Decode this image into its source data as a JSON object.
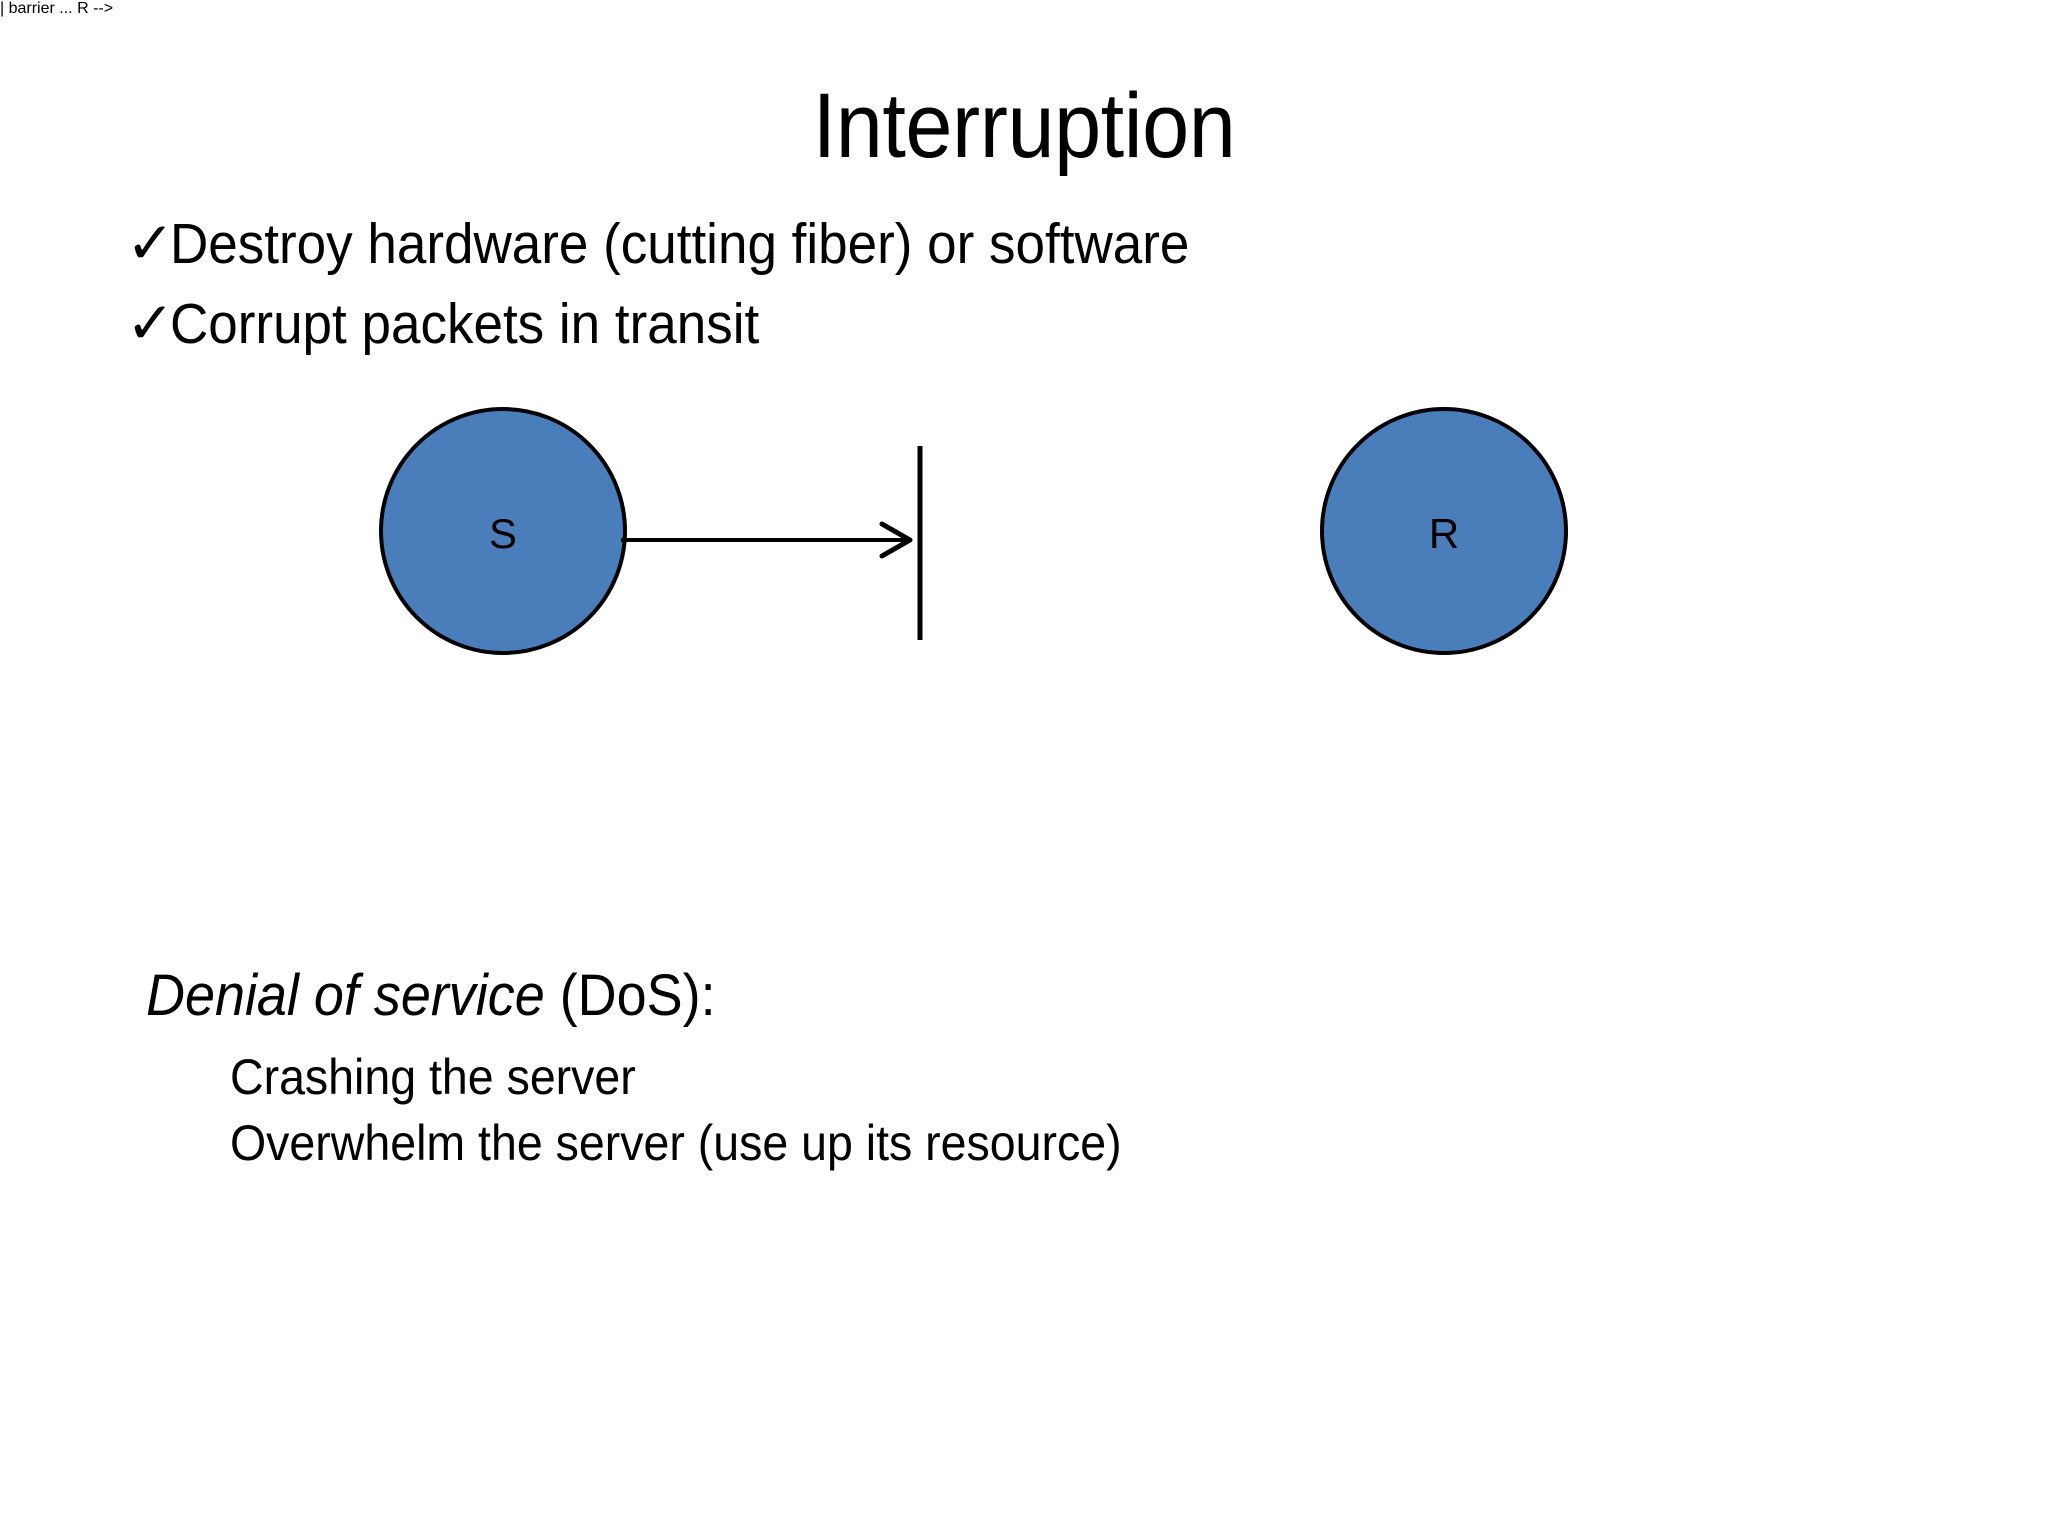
{
  "slide": {
    "background_color": "#FFFFFF",
    "title": "Interruption",
    "bullets": [
      {
        "marker": "✓",
        "marker_name": "checkmark-icon",
        "text": "Destroy hardware (cutting fiber) or software"
      },
      {
        "marker": "✓",
        "marker_name": "checkmark-icon",
        "text": "Corrupt packets in transit"
      }
    ],
    "diagram": {
      "node_fill_color": "#4A7EBB",
      "node_stroke_color": "#000000",
      "sender": {
        "label": "S",
        "name": "sender-node"
      },
      "receiver": {
        "label": "R",
        "name": "receiver-node"
      },
      "arrow": {
        "name": "transmission-arrow",
        "direction": "right"
      },
      "barrier": {
        "name": "interruption-barrier"
      }
    },
    "lower": {
      "heading_italic": "Denial of service",
      "heading_rest": " (DoS):",
      "sub_lines": [
        "Crashing the server",
        "Overwhelm the server (use up its resource)"
      ]
    }
  }
}
